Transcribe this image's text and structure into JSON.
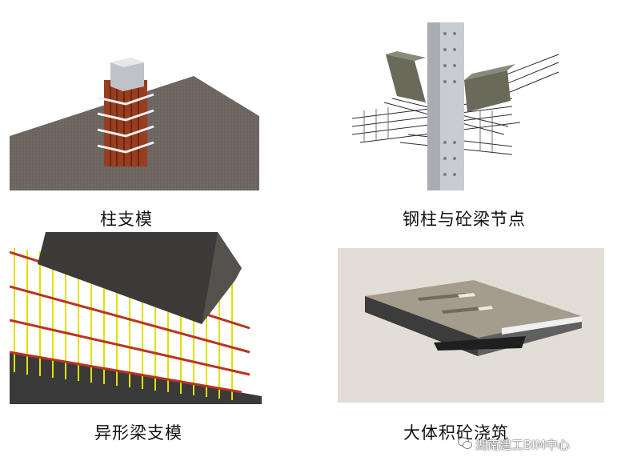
{
  "panels": [
    {
      "caption": "柱支模"
    },
    {
      "caption": "钢柱与砼梁节点"
    },
    {
      "caption": "异形梁支模"
    },
    {
      "caption": "大体积砼浇筑"
    }
  ],
  "watermark": {
    "text": "湖南建工BIM中心",
    "icon": "wechat-icon"
  },
  "colors": {
    "ground": "#6e6661",
    "formwork": "#9a3d1e",
    "steel": "#c9ccd0",
    "concrete": "#6a6a5a",
    "scaffold_yellow": "#e4e000",
    "scaffold_red": "#b8351e",
    "panel4_bg": "#e2ded6",
    "slab": "#a49c8c"
  }
}
